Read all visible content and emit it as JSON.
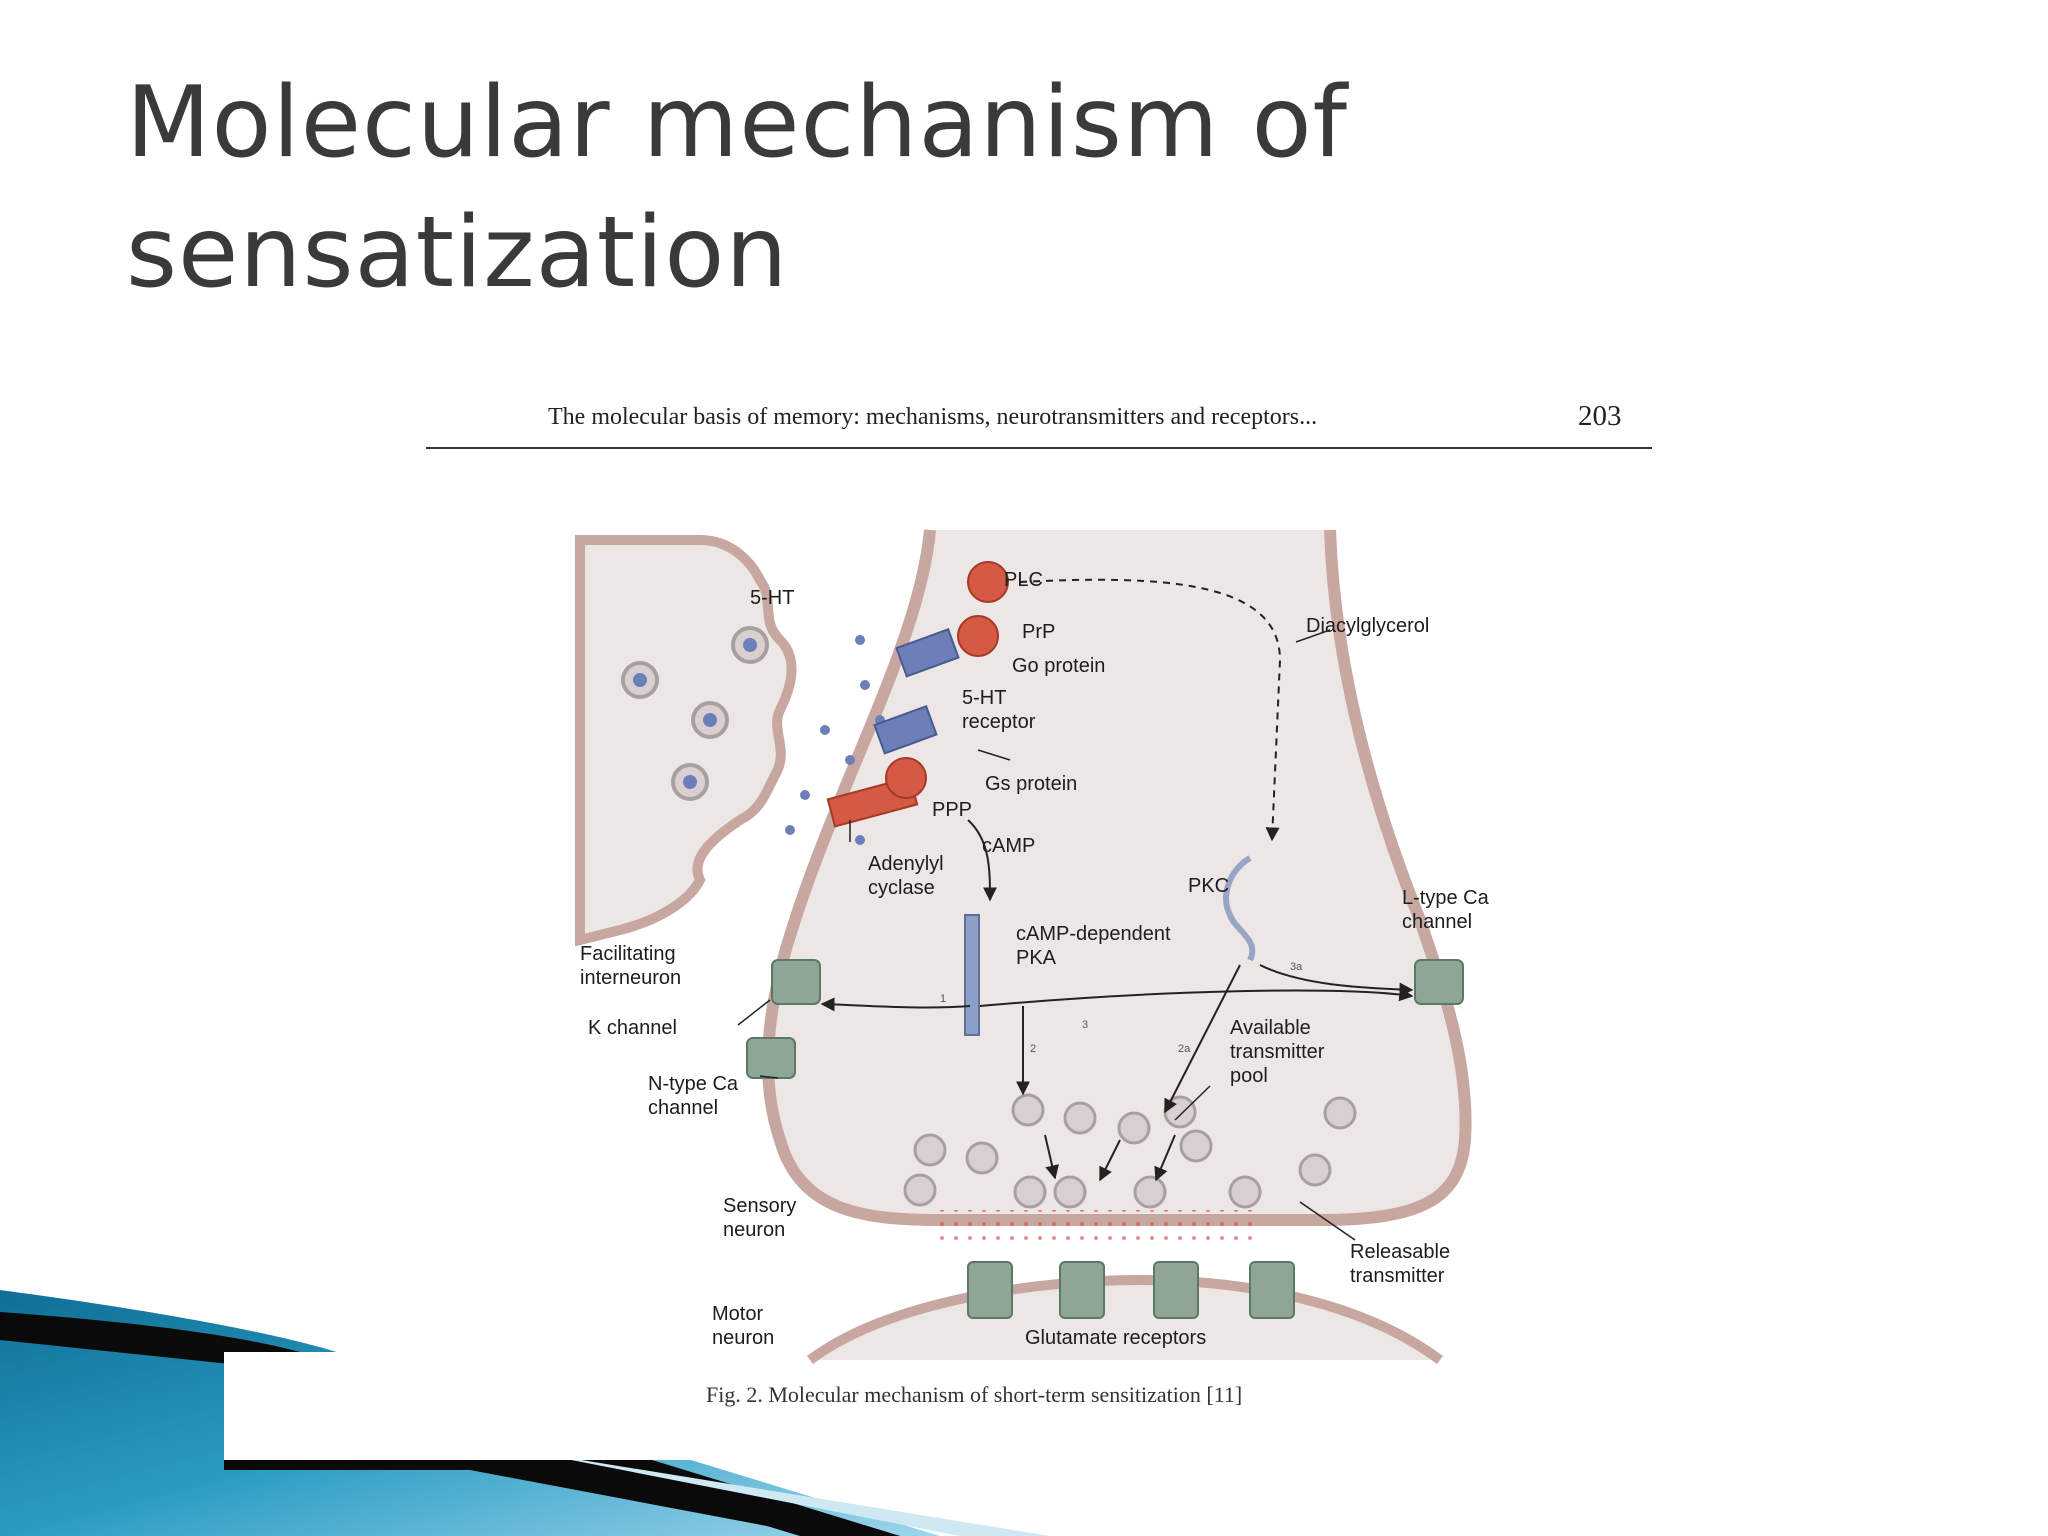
{
  "slide": {
    "title_line1": "Molecular mechanism of",
    "title_line2": "sensatization"
  },
  "figure": {
    "running_head": "The molecular basis of memory: mechanisms, neurotransmitters and receptors...",
    "page_number": "203",
    "caption": "Fig. 2. Molecular mechanism of short-term sensitization [11]",
    "labels": {
      "plc": "PLC",
      "ht5": "5-HT",
      "pp_top": "PrP",
      "go_protein": "Go protein",
      "receptor_line1": "5-HT",
      "receptor_line2": "receptor",
      "diacylglycerol": "Diacylglycerol",
      "gs_protein": "Gs protein",
      "pp_bottom": "PPP",
      "camp": "cAMP",
      "adenylyl1": "Adenylyl",
      "adenylyl2": "cyclase",
      "pkc": "PKC",
      "ltype1": "L-type Ca",
      "ltype2": "channel",
      "camp_dep": "cAMP-dependent",
      "pka": "PKA",
      "facil1": "Facilitating",
      "facil2": "interneuron",
      "k_channel": "K channel",
      "ntype1": "N-type Ca",
      "ntype2": "channel",
      "avail1": "Available",
      "avail2": "transmitter",
      "avail3": "pool",
      "sensory1": "Sensory",
      "sensory2": "neuron",
      "release1": "Releasable",
      "release2": "transmitter",
      "motor1": "Motor",
      "motor2": "neuron",
      "glut": "Glutamate receptors",
      "n1": "1",
      "n2": "2",
      "n2a": "2a",
      "n3": "3",
      "n3a": "3a"
    }
  },
  "colors": {
    "membrane": "#c7a7a0",
    "cytoplasm": "#ece6e5",
    "protein_red": "#d45a44",
    "receptor_blue": "#6d7fb8",
    "channel_green": "#8ea696",
    "transmitter_dot": "#d9453a",
    "decor_teal": "#1f8cb0",
    "decor_black": "#0a0a0a"
  }
}
